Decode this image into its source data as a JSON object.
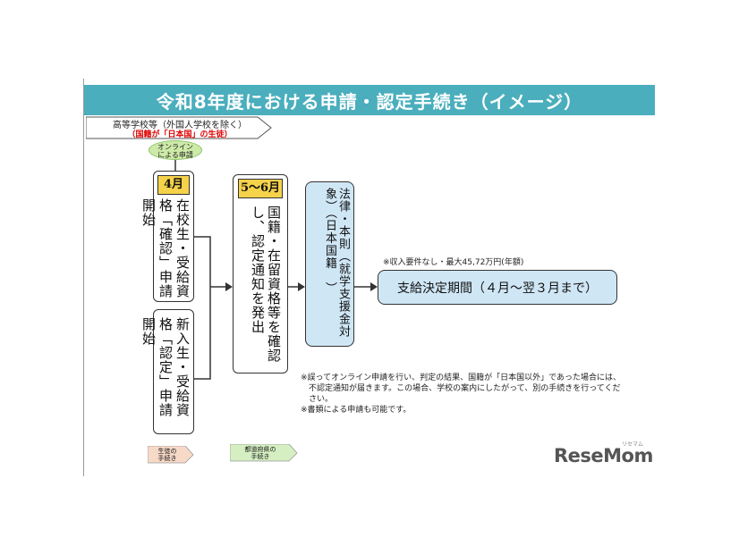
{
  "title": "令和8年度における申請・認定手続き（イメージ）",
  "tags": {
    "nationality": "国籍「日本国」",
    "students": "新入生・在校生"
  },
  "school": {
    "line1": "高等学校等（外国人学校を除く）",
    "line2": "（国籍が「日本国」の生徒）"
  },
  "online_bubble": {
    "line1": "オンライン",
    "line2": "による申請"
  },
  "step1": {
    "month": "4月",
    "current_text": "在校生・受給資格「確認」申請開始",
    "new_text": "新入生・受給資格「認定」申請開始"
  },
  "step2": {
    "month": "5～6月",
    "text": "国籍・在留資格等を確認し、認定通知を発出"
  },
  "step3": {
    "text": "法律・本則（就学支援金対象）（日本国籍　）"
  },
  "decision": {
    "note": "※収入要件なし・最大45,72万円(年額)",
    "text": "支給決定期間（４月～翌３月まで）"
  },
  "notes": [
    "※誤ってオンライン申請を行い、判定の結果、国籍が「日本国以外」であった場合には、",
    "　不認定通知が届きます。この場合、学校の案内にしたがって、別の手続きを行ってくだ",
    "　さい。",
    "※書類による申請も可能です。"
  ],
  "legend": {
    "student": {
      "line1": "生徒の",
      "line2": "手続き"
    },
    "prefecture": {
      "line1": "都道府県の",
      "line2": "手続き"
    }
  },
  "logo": {
    "text": "ReseMom",
    "small": "リセマム"
  },
  "colors": {
    "title_bg": "#4aaebd",
    "month_bg": "#f6d24a",
    "law_bg": "#cfe6f5",
    "online_bg": "#cdeaa8",
    "student_legend": "#f7d9c8",
    "prefecture_legend": "#d5efc3"
  }
}
